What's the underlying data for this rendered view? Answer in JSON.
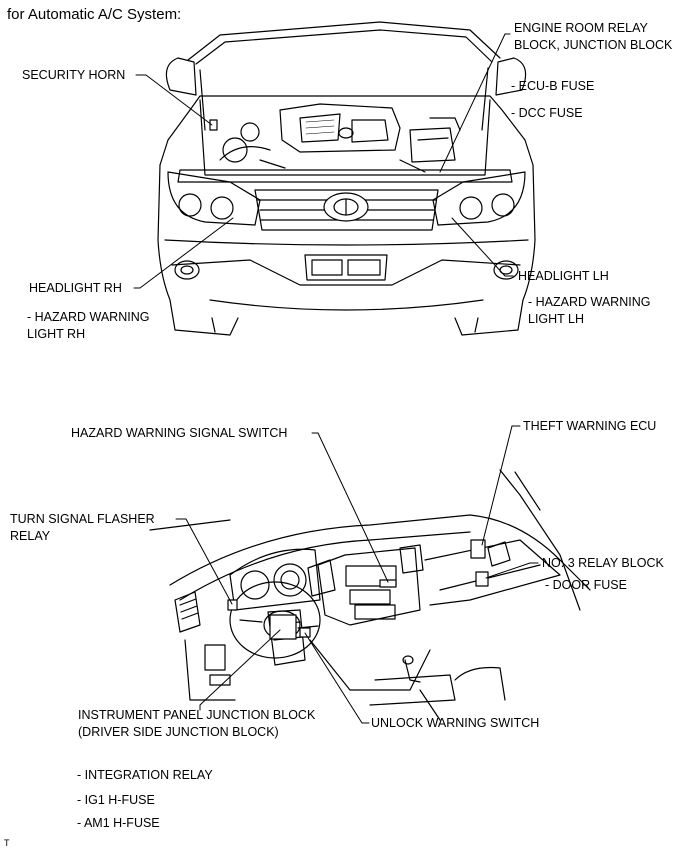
{
  "title": "for Automatic A/C System:",
  "labels": {
    "engine_room_relay_block_l1": "ENGINE ROOM RELAY",
    "engine_room_relay_block_l2": "BLOCK, JUNCTION BLOCK",
    "ecu_b_fuse": "- ECU-B FUSE",
    "dcc_fuse": "- DCC FUSE",
    "security_horn": "SECURITY HORN",
    "headlight_rh": "HEADLIGHT RH",
    "hazard_warning_light_rh_l1": "- HAZARD WARNING",
    "hazard_warning_light_rh_l2": "LIGHT RH",
    "headlight_lh": "HEADLIGHT LH",
    "hazard_warning_light_lh_l1": "- HAZARD WARNING",
    "hazard_warning_light_lh_l2": "LIGHT LH",
    "hazard_warning_signal_switch": "HAZARD WARNING SIGNAL SWITCH",
    "theft_warning_ecu": "THEFT WARNING ECU",
    "turn_signal_flasher_relay_l1": "TURN SIGNAL FLASHER",
    "turn_signal_flasher_relay_l2": "RELAY",
    "no3_relay_block": "NO. 3 RELAY BLOCK",
    "door_fuse": "- DOOR FUSE",
    "instrument_panel_jb_l1": "INSTRUMENT PANEL JUNCTION BLOCK",
    "instrument_panel_jb_l2": "(DRIVER SIDE JUNCTION BLOCK)",
    "unlock_warning_switch": "UNLOCK WARNING SWITCH",
    "integration_relay": "- INTEGRATION RELAY",
    "ig1_h_fuse": "- IG1 H-FUSE",
    "am1_h_fuse": "- AM1 H-FUSE",
    "corner_mark": "T"
  }
}
